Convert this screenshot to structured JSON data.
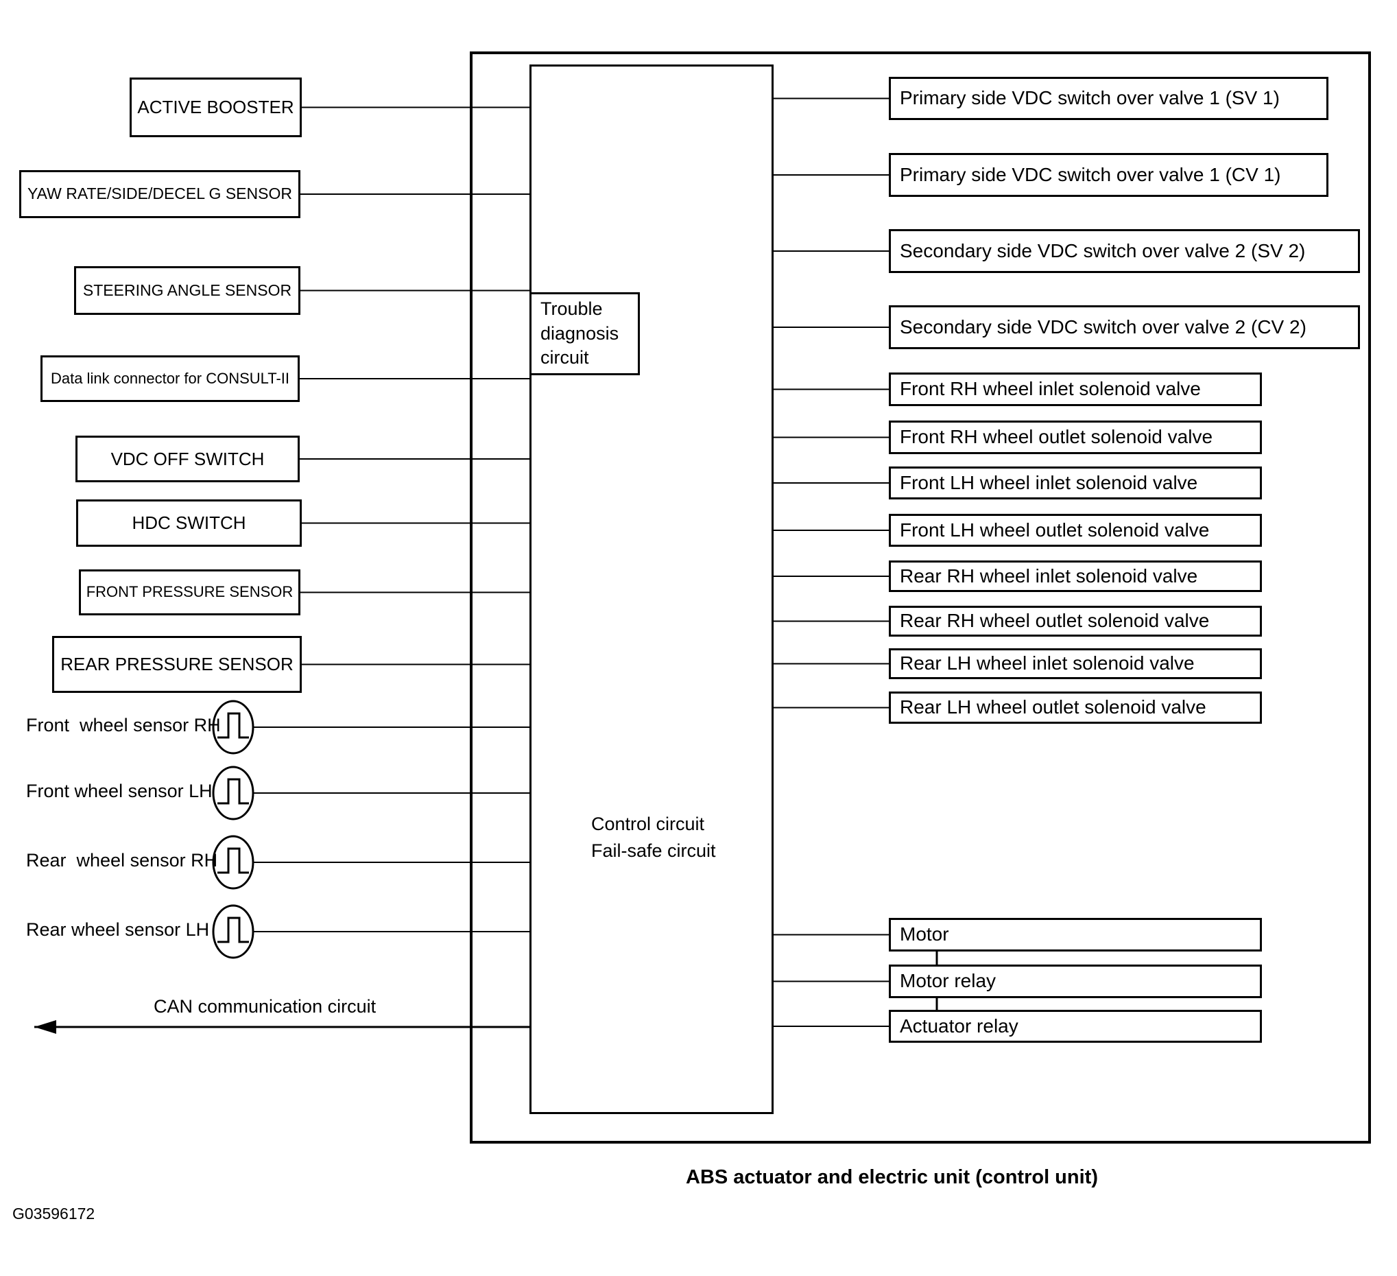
{
  "diagram": {
    "caption": "ABS actuator and electric unit (control unit)",
    "figure_id": "G03596172",
    "can_label": "CAN communication circuit",
    "center_unit": {
      "trouble_box": "Trouble\ndiagnosis\ncircuit",
      "control_text": "Control circuit\nFail-safe circuit"
    },
    "left_inputs": [
      "ACTIVE BOOSTER",
      "YAW RATE/SIDE/DECEL G SENSOR",
      "STEERING ANGLE SENSOR",
      "Data link connector for CONSULT-II",
      "VDC OFF SWITCH",
      "HDC SWITCH",
      "FRONT PRESSURE SENSOR",
      "REAR PRESSURE SENSOR"
    ],
    "wheel_sensors": [
      "Front  wheel sensor RH",
      "Front wheel sensor LH",
      "Rear  wheel sensor RH",
      "Rear wheel sensor LH"
    ],
    "right_outputs": [
      "Primary side VDC switch over valve 1 (SV 1)",
      "Primary side VDC switch over valve 1 (CV 1)",
      "Secondary side VDC switch over valve 2 (SV 2)",
      "Secondary side VDC switch over valve 2 (CV 2)",
      "Front RH wheel inlet solenoid valve",
      "Front RH wheel outlet solenoid valve",
      "Front LH wheel inlet solenoid valve",
      "Front LH wheel outlet solenoid valve",
      "Rear RH wheel inlet solenoid valve",
      "Rear RH wheel outlet solenoid valve",
      "Rear LH wheel inlet solenoid valve",
      "Rear LH wheel outlet solenoid valve"
    ],
    "relays": [
      "Motor",
      "Motor relay",
      "Actuator relay"
    ]
  },
  "colors": {
    "line": "#000000",
    "background": "#ffffff",
    "text": "#000000"
  }
}
